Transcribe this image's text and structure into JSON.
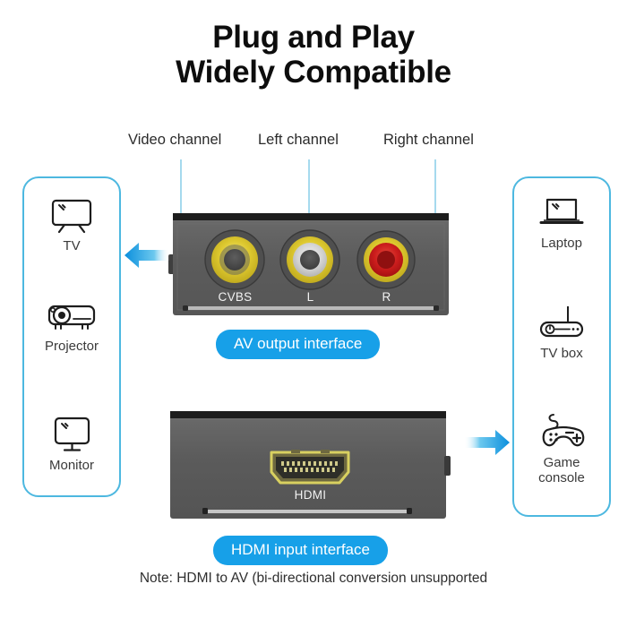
{
  "title": {
    "line1": "Plug and Play",
    "line2": "Widely Compatible"
  },
  "channels": [
    {
      "label": "Video channel"
    },
    {
      "label": "Left channel"
    },
    {
      "label": "Right channel"
    }
  ],
  "av_device": {
    "badge": "AV output interface",
    "ports": [
      {
        "name": "CVBS",
        "icon": "rca-jack-yellow-icon",
        "color": "#e8d23a"
      },
      {
        "name": "L",
        "icon": "rca-jack-white-icon",
        "color": "#d8d8d8"
      },
      {
        "name": "R",
        "icon": "rca-jack-red-icon",
        "color": "#cf1f1f"
      }
    ]
  },
  "hdmi_device": {
    "badge": "HDMI input interface",
    "port": {
      "name": "HDMI",
      "icon": "hdmi-port-icon",
      "color": "#e6e06a"
    }
  },
  "note": "Note:  HDMI to AV (bi-directional conversion unsupported",
  "left_panel": {
    "items": [
      {
        "label": "TV",
        "icon": "tv-icon"
      },
      {
        "label": "Projector",
        "icon": "projector-icon"
      },
      {
        "label": "Monitor",
        "icon": "monitor-icon"
      }
    ]
  },
  "right_panel": {
    "items": [
      {
        "label": "Laptop",
        "icon": "laptop-icon"
      },
      {
        "label": "TV box",
        "icon": "tv-box-icon"
      },
      {
        "label": "Game\nconsole",
        "icon": "game-console-icon"
      }
    ]
  },
  "arrows": [
    {
      "name": "arrow-left",
      "direction": "left"
    },
    {
      "name": "arrow-right",
      "direction": "right"
    }
  ],
  "colors": {
    "accent_blue": "#17a0e8",
    "panel_border": "#4db8e0",
    "leader_line": "#8fd0ea",
    "device_body": "#5a5a5a",
    "title_text": "#0d0d0d"
  }
}
